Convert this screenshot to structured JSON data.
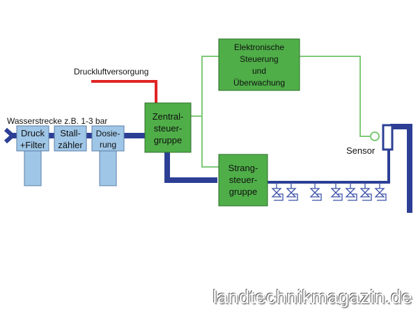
{
  "labels": {
    "air_supply": "Druckluftversorgung",
    "water_line": "Wasserstrecke z.B. 1-3 bar",
    "sensor": "Sensor"
  },
  "components": {
    "pressure_filter": [
      "Druck",
      "+Filter"
    ],
    "stall_meter": [
      "Stall-",
      "zähler"
    ],
    "dosing": [
      "Dosie-",
      "rung"
    ],
    "central_control": [
      "Zentral-",
      "steuer-",
      "gruppe"
    ],
    "electronic_control": [
      "Elektronische",
      "Steuerung",
      "und",
      "Überwachung"
    ],
    "line_control": [
      "Strang-",
      "steuer-",
      "gruppe"
    ]
  },
  "valve_count": 7,
  "colors": {
    "water_pipe": "#2c3f95",
    "control_line": "#7fc97a",
    "air_line": "#e02424",
    "control_box": "#4fae48",
    "water_box": "#9fc6e6"
  },
  "watermark": "landtechnikmagazin.de"
}
